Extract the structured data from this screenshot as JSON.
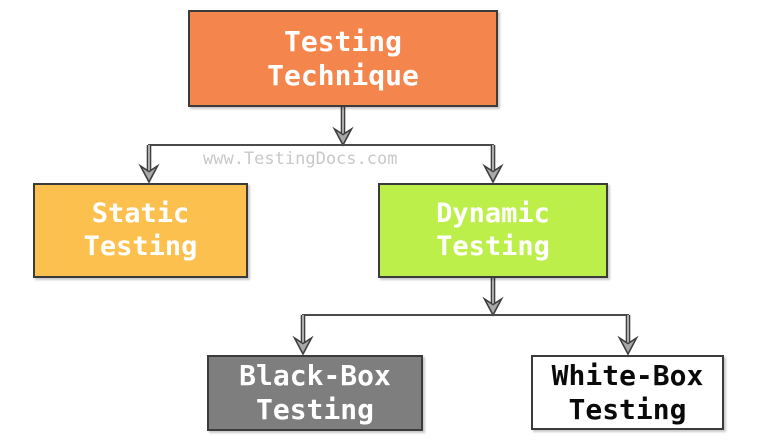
{
  "page": {
    "background": "#FFFFFF"
  },
  "watermark": {
    "text": "www.TestingDocs.com",
    "color": "#C8C8C8"
  },
  "diagram": {
    "type": "flowchart",
    "nodes": {
      "testing_technique": {
        "line1": "Testing",
        "line2": "Technique",
        "fill": "#F4864D",
        "text_color": "#FFFFFF"
      },
      "static_testing": {
        "line1": "Static",
        "line2": "Testing",
        "fill": "#FCC04F",
        "text_color": "#FFFFFF"
      },
      "dynamic_testing": {
        "line1": "Dynamic",
        "line2": "Testing",
        "fill": "#BDEF4B",
        "text_color": "#FFFFFF"
      },
      "black_box_testing": {
        "line1": "Black-Box",
        "line2": "Testing",
        "fill": "#7E7E7E",
        "text_color": "#FFFFFF"
      },
      "white_box_testing": {
        "line1": "White-Box",
        "line2": "Testing",
        "fill": "#FFFFFF",
        "text_color": "#0A0A0A"
      }
    },
    "edges": [
      {
        "from": "testing_technique",
        "to": "static_testing"
      },
      {
        "from": "testing_technique",
        "to": "dynamic_testing"
      },
      {
        "from": "dynamic_testing",
        "to": "black_box_testing"
      },
      {
        "from": "dynamic_testing",
        "to": "white_box_testing"
      }
    ],
    "colors": {
      "line": "#4A4A4A",
      "arrow_fill": "#A8A8A8",
      "arrow_outline": "#3F3F3F",
      "node_border": "#3B3B3B"
    }
  }
}
